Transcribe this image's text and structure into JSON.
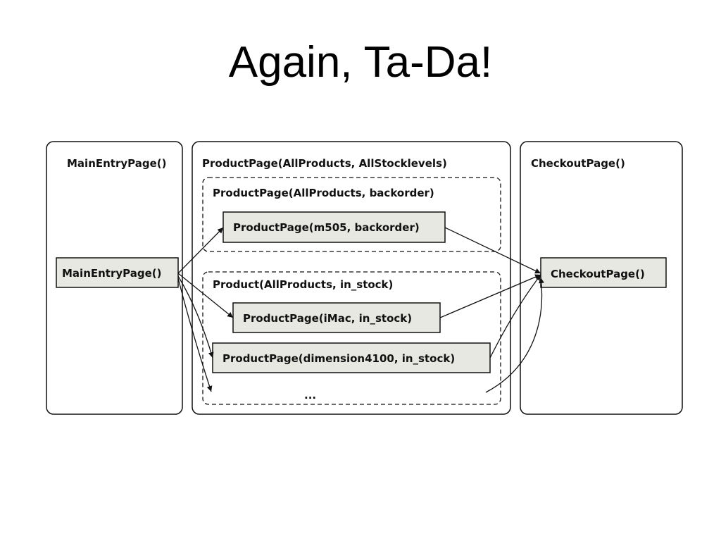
{
  "slide": {
    "title": "Again, Ta-Da!"
  },
  "diagram": {
    "columns": {
      "main": "MainEntryPage()",
      "product": "ProductPage(AllProducts, AllStocklevels)",
      "checkout": "CheckoutPage()"
    },
    "groups": {
      "backorder": "ProductPage(AllProducts, backorder)",
      "in_stock": "Product(AllProducts, in_stock)"
    },
    "nodes": {
      "main_entry": "MainEntryPage()",
      "m505": "ProductPage(m505, backorder)",
      "imac": "ProductPage(iMac, in_stock)",
      "dimension": "ProductPage(dimension4100, in_stock)",
      "checkout": "CheckoutPage()"
    },
    "ellipsis": "..."
  },
  "colors": {
    "node_fill": "#e8e8e2",
    "stroke": "#111111"
  }
}
